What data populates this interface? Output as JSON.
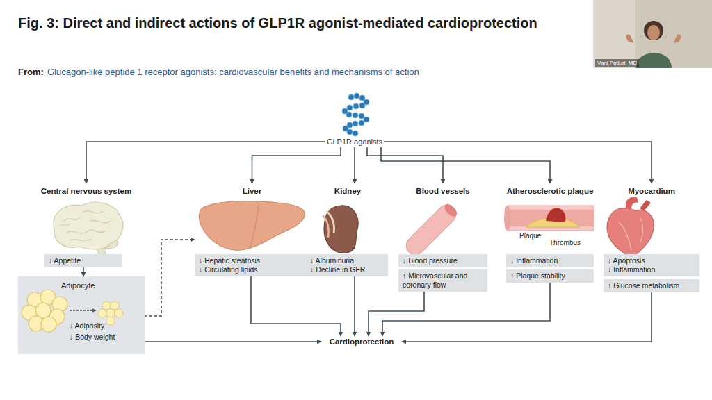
{
  "diagram": {
    "title": "Fig. 3: Direct and indirect actions of GLP1R agonist-mediated cardioprotection",
    "nodes": [
      {
        "text": [
          "GLP1R agonists"
        ]
      },
      {
        "text": [
          "Central nervous system"
        ]
      },
      {
        "text": [
          "↓ Appetite"
        ],
        "in": 1
      },
      {
        "text": [
          "Adipocyte",
          "↓ Adiposity",
          "↓ Body weight"
        ]
      },
      {
        "text": [
          "Liver"
        ]
      },
      {
        "text": [
          "↓ Hepatic steatosis",
          "↓ Circulating lipids"
        ],
        "in": 4
      },
      {
        "text": [
          "Kidney"
        ]
      },
      {
        "text": [
          "↓ Albuminuria",
          "↓ Decline in GFR"
        ],
        "in": 6
      },
      {
        "text": [
          "Blood vessels"
        ]
      },
      {
        "text": [
          "↓ Blood pressure"
        ],
        "in": 8
      },
      {
        "text": [
          "↑ Microvascular and coronary flow"
        ],
        "in": 8
      },
      {
        "text": [
          "Atherosclerotic plaque"
        ]
      },
      {
        "text": [
          "↓ Inflammation"
        ],
        "in": 11
      },
      {
        "text": [
          "↑ Plaque stability"
        ],
        "in": 11
      },
      {
        "text": [
          "Myocardium"
        ]
      },
      {
        "text": [
          "↓ Apoptosis",
          "↓ Inflammation"
        ],
        "in": 14
      },
      {
        "text": [
          "↑ Glucose metabolism"
        ],
        "in": 14
      },
      {
        "text": [
          "Cardioprotection"
        ]
      }
    ],
    "edges": [
      {
        "from": 0,
        "to": 1,
        "arrow": "to"
      },
      {
        "from": 0,
        "to": 4,
        "arrow": "to"
      },
      {
        "from": 0,
        "to": 6,
        "arrow": "to"
      },
      {
        "from": 0,
        "to": 8,
        "arrow": "to"
      },
      {
        "from": 0,
        "to": 11,
        "arrow": "to"
      },
      {
        "from": 0,
        "to": 14,
        "arrow": "to"
      },
      {
        "from": 2,
        "to": 3,
        "arrow": "to"
      },
      {
        "from": 3,
        "to": 4,
        "arrow": "to"
      },
      {
        "from": 3,
        "to": 17,
        "arrow": "to"
      },
      {
        "from": 5,
        "to": 17,
        "arrow": "to"
      },
      {
        "from": 7,
        "to": 17,
        "arrow": "to"
      },
      {
        "from": 10,
        "to": 17,
        "arrow": "to"
      },
      {
        "from": 13,
        "to": 17,
        "arrow": "to"
      },
      {
        "from": 16,
        "to": 17,
        "arrow": "to"
      }
    ],
    "labels": [
      "From:",
      "Glucagon-like peptide 1 receptor agonists: cardiovascular benefits and mechanisms of action",
      "Plaque",
      "Thrombus",
      "Vani Potluri, MD"
    ]
  }
}
